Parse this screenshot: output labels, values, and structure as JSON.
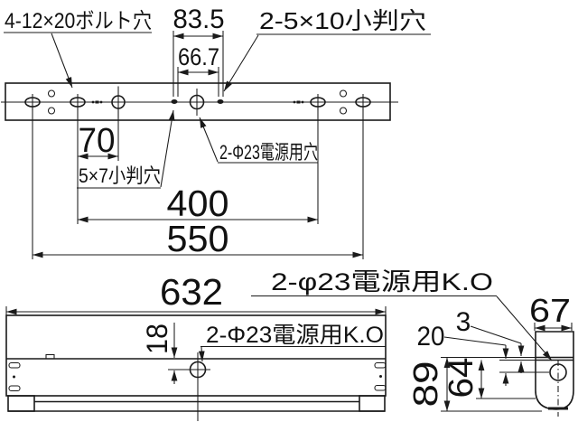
{
  "top_view": {
    "labels": {
      "bolt_holes": "4-12×20ボルト穴",
      "oval_holes_5x10": "2-5×10小判穴",
      "oval_hole_5x7": "5×7小判穴",
      "power_holes": "2-Φ23電源用穴"
    },
    "dims": {
      "width_83_5": "83.5",
      "width_66_7": "66.7",
      "width_70": "70",
      "width_400": "400",
      "width_550": "550"
    }
  },
  "front_view": {
    "labels": {
      "power_knockout": "2-Φ23電源用K.O"
    },
    "dims": {
      "length_632": "632",
      "offset_18": "18"
    }
  },
  "end_view": {
    "labels": {
      "power_knockout": "2-φ23電源用K.O"
    },
    "dims": {
      "width_67": "67",
      "gap_3": "3",
      "offset_20": "20",
      "height_64": "64",
      "height_89": "89"
    }
  },
  "colors": {
    "line": "#1a1a1a",
    "background": "#ffffff"
  }
}
